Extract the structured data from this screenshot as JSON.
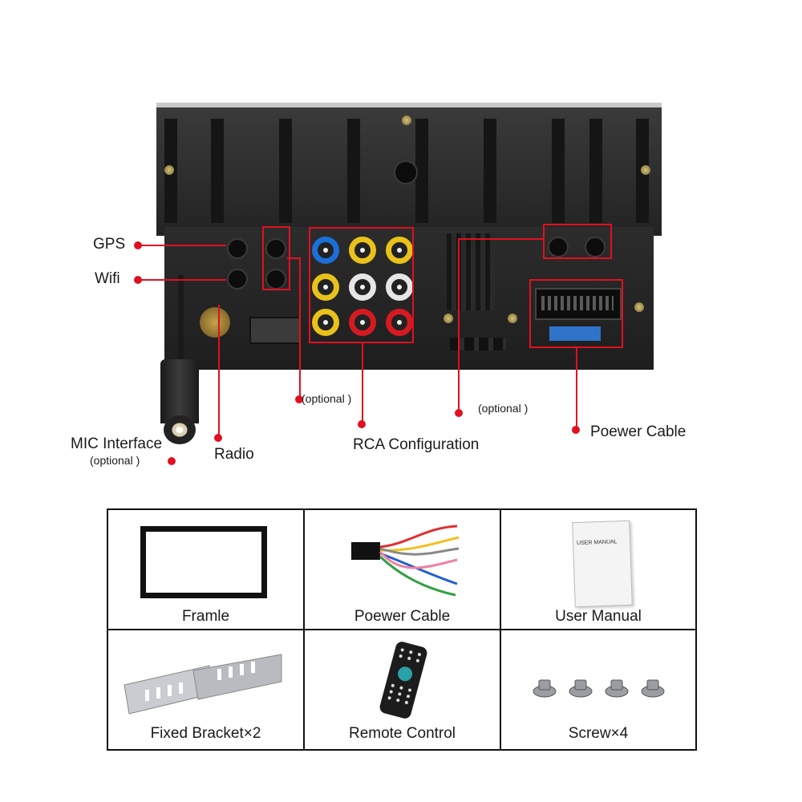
{
  "callouts": {
    "gps": "GPS",
    "wifi": "Wifi",
    "mic_interface": "MIC Interface",
    "mic_optional": "(optional )",
    "radio": "Radio",
    "optional_4g": "(optional )",
    "rca_configuration": "RCA Configuration",
    "optional_right": "(optional )",
    "power_cable": "Poewer Cable"
  },
  "colors": {
    "callout_red": "#e01020",
    "rca_blue": "#1b6fd6",
    "rca_yellow": "#e8c21a",
    "rca_white": "#e6e6e6",
    "rca_red": "#d61a22"
  },
  "accessories": [
    {
      "name": "Framle",
      "icon": "frame-icon"
    },
    {
      "name": "Poewer Cable",
      "icon": "wire-harness-icon"
    },
    {
      "name": "User Manual",
      "icon": "manual-icon",
      "cover_text": "USER MANUAL"
    },
    {
      "name": "Fixed Bracket×2",
      "icon": "bracket-icon"
    },
    {
      "name": "Remote Control",
      "icon": "remote-control-icon"
    },
    {
      "name": "Screw×4",
      "icon": "screw-icon"
    }
  ]
}
